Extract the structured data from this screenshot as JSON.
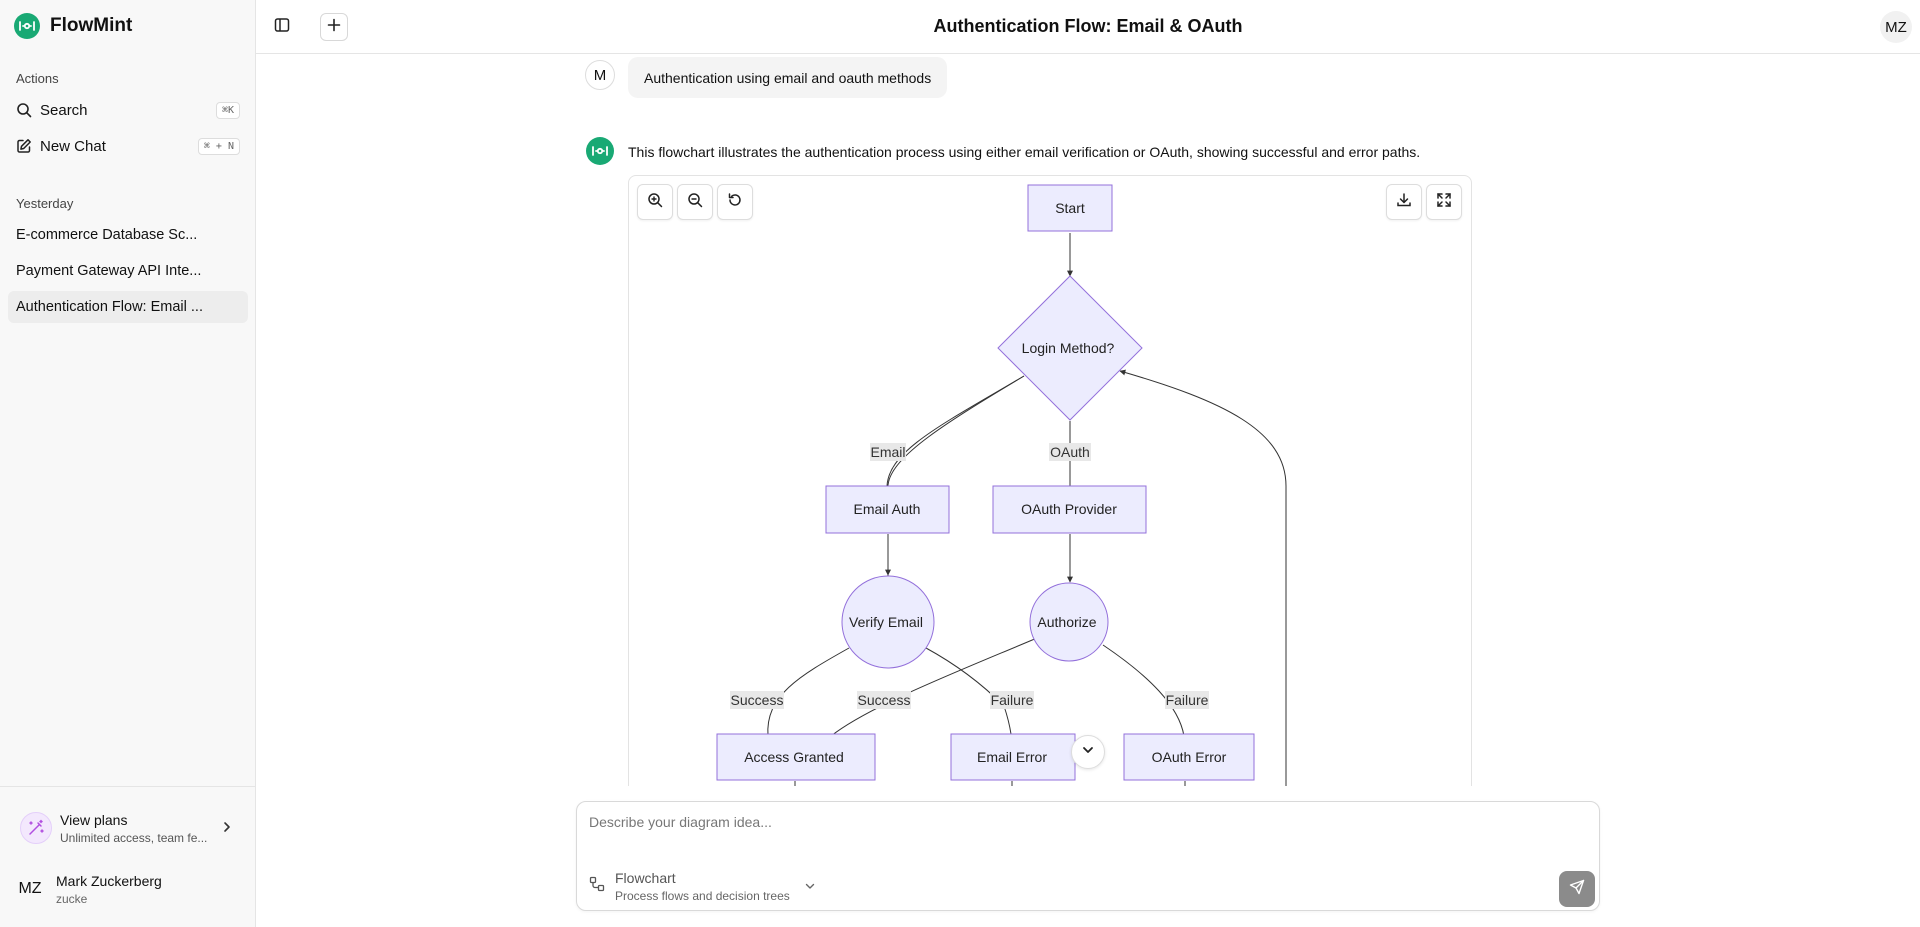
{
  "app": {
    "name": "FlowMint"
  },
  "sidebar": {
    "actions_label": "Actions",
    "actions": [
      {
        "label": "Search",
        "shortcut": "⌘K"
      },
      {
        "label": "New Chat",
        "shortcut": "⌘ + N"
      }
    ],
    "history_label": "Yesterday",
    "history": [
      {
        "label": "E-commerce Database Sc..."
      },
      {
        "label": "Payment Gateway API Inte..."
      },
      {
        "label": "Authentication Flow: Email ..."
      }
    ],
    "plans": {
      "title": "View plans",
      "subtitle": "Unlimited access, team fe..."
    },
    "user": {
      "initials": "MZ",
      "name": "Mark Zuckerberg",
      "handle": "zucke"
    }
  },
  "header": {
    "title": "Authentication Flow: Email & OAuth",
    "avatar": "MZ"
  },
  "chat": {
    "user_initial": "M",
    "user_message": "Authentication using email and oauth methods",
    "bot_message": "This flowchart illustrates the authentication process using either email verification or OAuth, showing successful and error paths."
  },
  "diagram": {
    "nodes": {
      "start": "Start",
      "login": "Login Method?",
      "email_auth": "Email Auth",
      "oauth_provider": "OAuth Provider",
      "verify_email": "Verify Email",
      "authorize": "Authorize",
      "access_granted": "Access Granted",
      "email_error": "Email Error",
      "oauth_error": "OAuth Error"
    },
    "edges": {
      "email": "Email",
      "oauth": "OAuth",
      "success_1": "Success",
      "success_2": "Success",
      "failure_1": "Failure",
      "failure_2": "Failure"
    },
    "colors": {
      "node_fill": "#ececfe",
      "node_stroke": "#9370db",
      "label_bg": "#e8e8e8"
    }
  },
  "composer": {
    "placeholder": "Describe your diagram idea...",
    "type_name": "Flowchart",
    "type_sub": "Process flows and decision trees"
  },
  "colors": {
    "brand": "#19a974"
  }
}
